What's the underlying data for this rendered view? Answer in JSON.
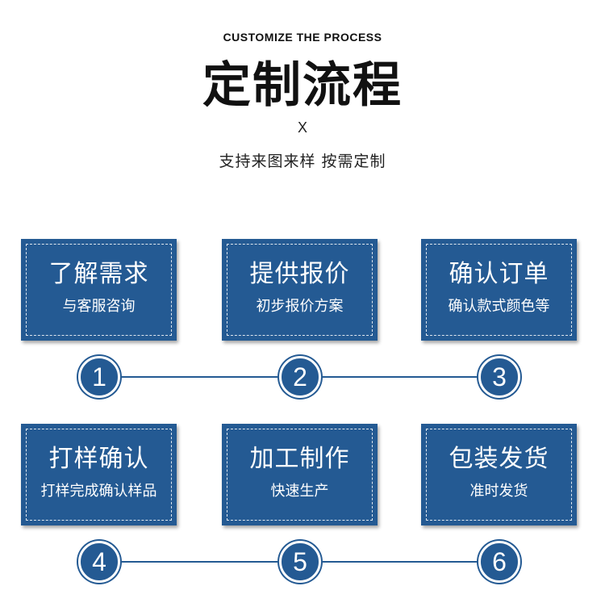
{
  "header": {
    "english_title": "CUSTOMIZE THE PROCESS",
    "title": "定制流程",
    "x_mark": "X",
    "tagline": "支持来图来样 按需定制"
  },
  "colors": {
    "brand_blue": "#245a93",
    "text_dark": "#111111",
    "background": "#ffffff"
  },
  "steps": [
    {
      "number": "1",
      "title": "了解需求",
      "description": "与客服咨询"
    },
    {
      "number": "2",
      "title": "提供报价",
      "description": "初步报价方案"
    },
    {
      "number": "3",
      "title": "确认订单",
      "description": "确认款式颜色等"
    },
    {
      "number": "4",
      "title": "打样确认",
      "description": "打样完成确认样品"
    },
    {
      "number": "5",
      "title": "加工制作",
      "description": "快速生产"
    },
    {
      "number": "6",
      "title": "包装发货",
      "description": "准时发货"
    }
  ]
}
